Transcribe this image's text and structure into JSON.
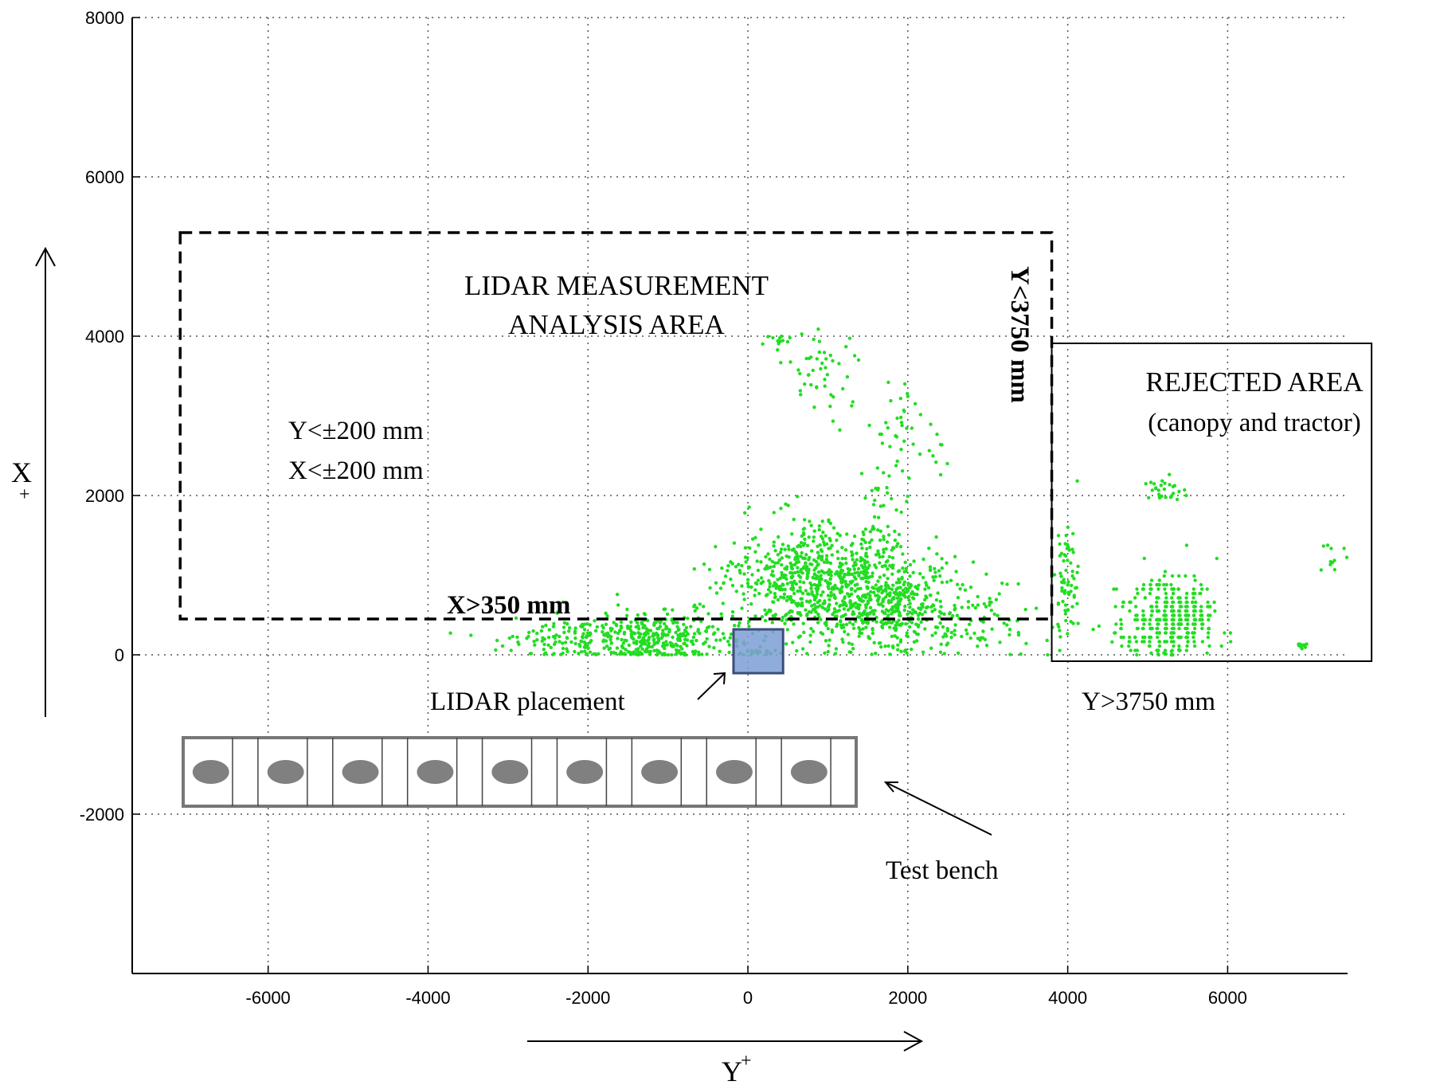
{
  "chart_data": {
    "type": "scatter",
    "title": "",
    "xlabel": "Y",
    "xlabel_sup": "+",
    "ylabel": "X",
    "ylabel_sub": "+",
    "xlim": [
      -7700,
      7500
    ],
    "ylim": [
      -4000,
      8000
    ],
    "xticks": [
      -6000,
      -4000,
      -2000,
      0,
      2000,
      4000,
      6000
    ],
    "yticks": [
      -2000,
      0,
      2000,
      4000,
      6000,
      8000
    ],
    "xtick_labels": [
      "-6000",
      "-4000",
      "-2000",
      "0",
      "2000",
      "4000",
      "6000"
    ],
    "ytick_labels": [
      "-2000",
      "0",
      "2000",
      "4000",
      "6000",
      "8000"
    ],
    "grid": true,
    "point_color": "#22dd22",
    "analysis_area": {
      "y_range": [
        -7100,
        3800
      ],
      "x_range": [
        450,
        5300
      ]
    },
    "rejected_area": {
      "y_range": [
        3800,
        7800
      ],
      "x_range": [
        -80,
        3910
      ]
    },
    "lidar_box": {
      "y_range": [
        -180,
        440
      ],
      "x_range": [
        -230,
        320
      ]
    },
    "clusters": [
      {
        "cx": -1150,
        "cy": 200,
        "sx": 500,
        "sy": 180,
        "n": 360
      },
      {
        "cx": -2300,
        "cy": 170,
        "sx": 450,
        "sy": 140,
        "n": 90
      },
      {
        "cx": 900,
        "cy": 900,
        "sx": 600,
        "sy": 380,
        "n": 720
      },
      {
        "cx": 1750,
        "cy": 650,
        "sx": 500,
        "sy": 320,
        "n": 360
      },
      {
        "cx": 2700,
        "cy": 350,
        "sx": 700,
        "sy": 230,
        "n": 90
      },
      {
        "cx": 1650,
        "cy": 1600,
        "sx": 150,
        "sy": 500,
        "n": 50
      },
      {
        "cx": 900,
        "cy": 3500,
        "sx": 200,
        "sy": 280,
        "n": 45
      },
      {
        "cx": 1900,
        "cy": 2900,
        "sx": 200,
        "sy": 350,
        "n": 30
      },
      {
        "cx": 450,
        "cy": 3900,
        "sx": 120,
        "sy": 100,
        "n": 14
      },
      {
        "cx": 2400,
        "cy": 2550,
        "sx": 80,
        "sy": 120,
        "n": 8
      },
      {
        "cx": 4000,
        "cy": 900,
        "sx": 80,
        "sy": 350,
        "n": 70
      },
      {
        "cx": 5300,
        "cy": 450,
        "sx": 300,
        "sy": 250,
        "n": 360,
        "rows": true
      },
      {
        "cx": 5200,
        "cy": 2050,
        "sx": 150,
        "sy": 80,
        "n": 28
      },
      {
        "cx": 7300,
        "cy": 1200,
        "sx": 80,
        "sy": 120,
        "n": 12
      },
      {
        "cx": 6950,
        "cy": 120,
        "sx": 40,
        "sy": 15,
        "n": 10
      },
      {
        "cx": 100,
        "cy": 30,
        "sx": 80,
        "sy": 20,
        "n": 18
      }
    ],
    "annotations": {
      "analysis_title_line1": "LIDAR  MEASUREMENT",
      "analysis_title_line2": "ANALYSIS  AREA",
      "tol_y": "Y<±200 mm",
      "tol_x": "X<±200 mm",
      "x_threshold": "X>350  mm",
      "y_threshold_vertical": "Y<3750  mm",
      "rejected_title_line1": "REJECTED AREA",
      "rejected_title_line2": "(canopy  and tractor)",
      "rejected_threshold": "Y>3750 mm",
      "lidar_placement": "LIDAR  placement",
      "test_bench": "Test bench"
    }
  }
}
